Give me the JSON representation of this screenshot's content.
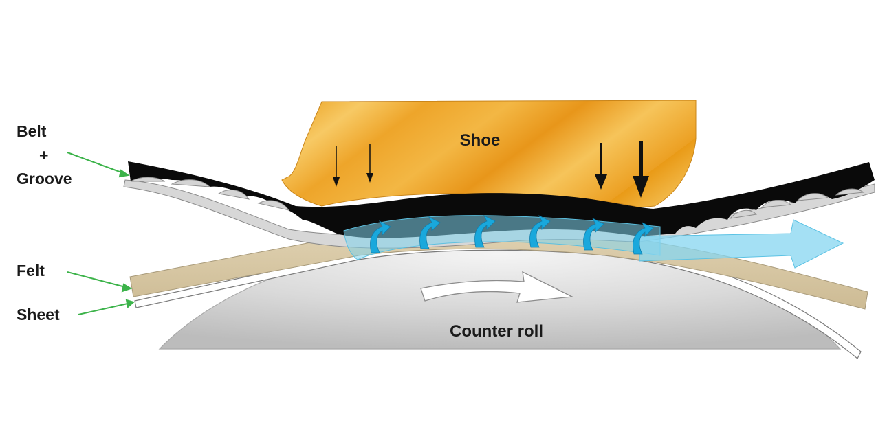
{
  "labels": {
    "belt_line1": "Belt",
    "belt_line2": "+",
    "belt_line3": "Groove",
    "felt": "Felt",
    "sheet": "Sheet",
    "shoe": "Shoe",
    "counter_roll": "Counter roll"
  },
  "colors": {
    "shoe": "#f0a823",
    "shoe_highlight": "#f8cf6e",
    "belt": "#0a0a0a",
    "groove": "#d6d6d6",
    "felt": "#d8c8a6",
    "roll": "#d2d2d2",
    "water": "#7fd3ec",
    "water_arrow": "#1aa9dc",
    "leader": "#3cb34a"
  },
  "icons": [
    "pressure-arrow-icon",
    "rotation-arrow-icon",
    "water-flow-arrow-icon",
    "water-swirl-icon"
  ]
}
